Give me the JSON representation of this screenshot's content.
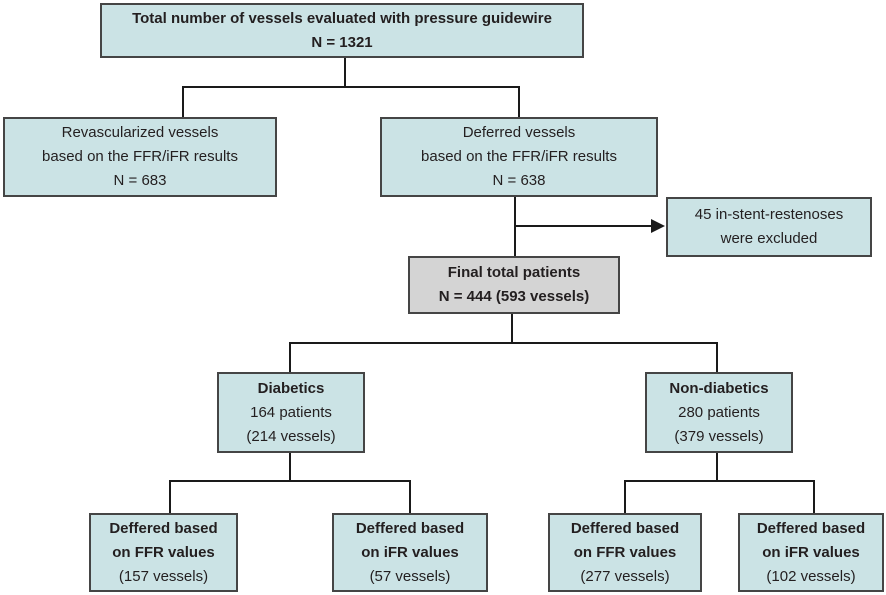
{
  "diagram": {
    "type": "flowchart",
    "description": "Vessel deferral study flow diagram",
    "colors": {
      "box_fill": "#cbe3e5",
      "highlight_fill": "#d4d4d4",
      "border": "#454545",
      "connector": "#1a1a1a",
      "text": "#231f20"
    },
    "boxes": {
      "total": {
        "lines": [
          "Total number of vessels evaluated with pressure guidewire",
          "N = 1321"
        ]
      },
      "revascularized": {
        "lines": [
          "Revascularized vessels",
          "based on the FFR/iFR results",
          "N = 683"
        ]
      },
      "deferred": {
        "lines": [
          "Deferred vessels",
          "based on the FFR/iFR results",
          "N = 638"
        ]
      },
      "excluded": {
        "lines": [
          "45 in-stent-restenoses",
          "were excluded"
        ]
      },
      "final": {
        "lines": [
          "Final total patients",
          "N = 444 (593 vessels)"
        ]
      },
      "diabetics": {
        "lines": [
          "Diabetics",
          "164 patients",
          "(214 vessels)"
        ]
      },
      "non_diabetics": {
        "lines": [
          "Non-diabetics",
          "280 patients",
          "(379 vessels)"
        ]
      },
      "diabetics_ffr": {
        "lines": [
          "Deffered based",
          "on FFR values",
          "(157 vessels)"
        ]
      },
      "diabetics_ifr": {
        "lines": [
          "Deffered based",
          "on iFR values",
          "(57 vessels)"
        ]
      },
      "non_diabetics_ffr": {
        "lines": [
          "Deffered based",
          "on FFR values",
          "(277 vessels)"
        ]
      },
      "non_diabetics_ifr": {
        "lines": [
          "Deffered based",
          "on iFR values",
          "(102 vessels)"
        ]
      }
    }
  }
}
